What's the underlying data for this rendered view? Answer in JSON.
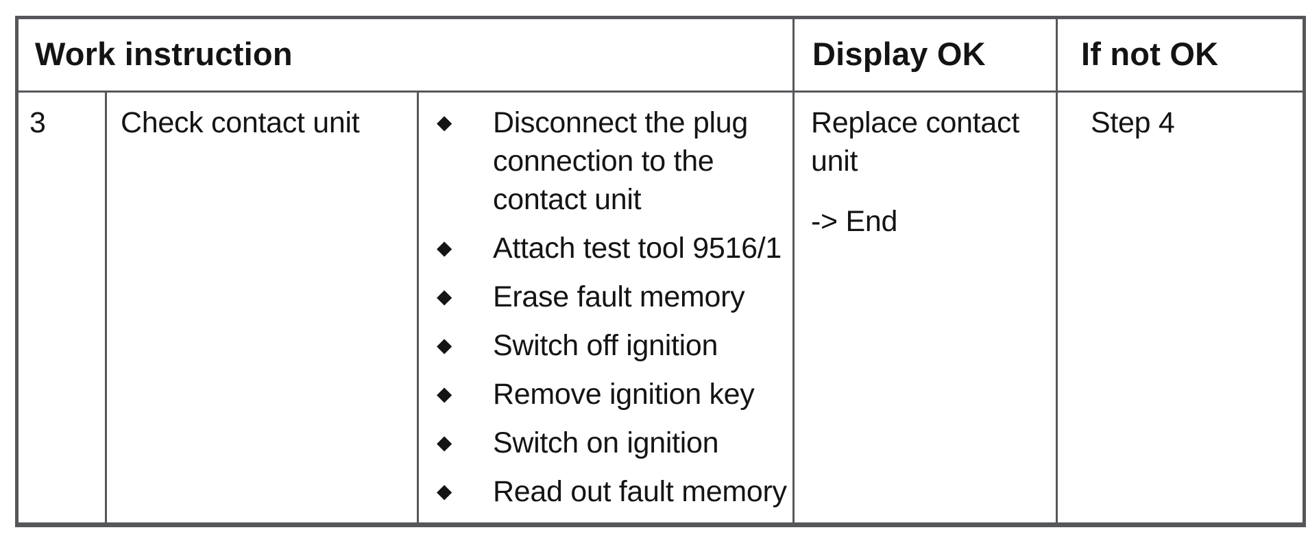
{
  "table": {
    "headers": {
      "work_instruction": "Work instruction",
      "display_ok": "Display OK",
      "if_not_ok": "If not OK"
    },
    "row": {
      "step": "3",
      "task": "Check contact unit",
      "actions": [
        "Disconnect the plug connection to the contact unit",
        "Attach test tool 9516/1",
        "Erase fault memory",
        "Switch off ignition",
        "Remove ignition key",
        "Switch on ignition",
        "Read out fault memory"
      ],
      "display_ok": {
        "result": "Replace contact unit",
        "outcome": "-> End"
      },
      "if_not_ok": "Step 4"
    },
    "bullet_icon": "◆"
  },
  "colors": {
    "border": "#55575a",
    "text": "#141414",
    "page_background": "#ffffff"
  }
}
